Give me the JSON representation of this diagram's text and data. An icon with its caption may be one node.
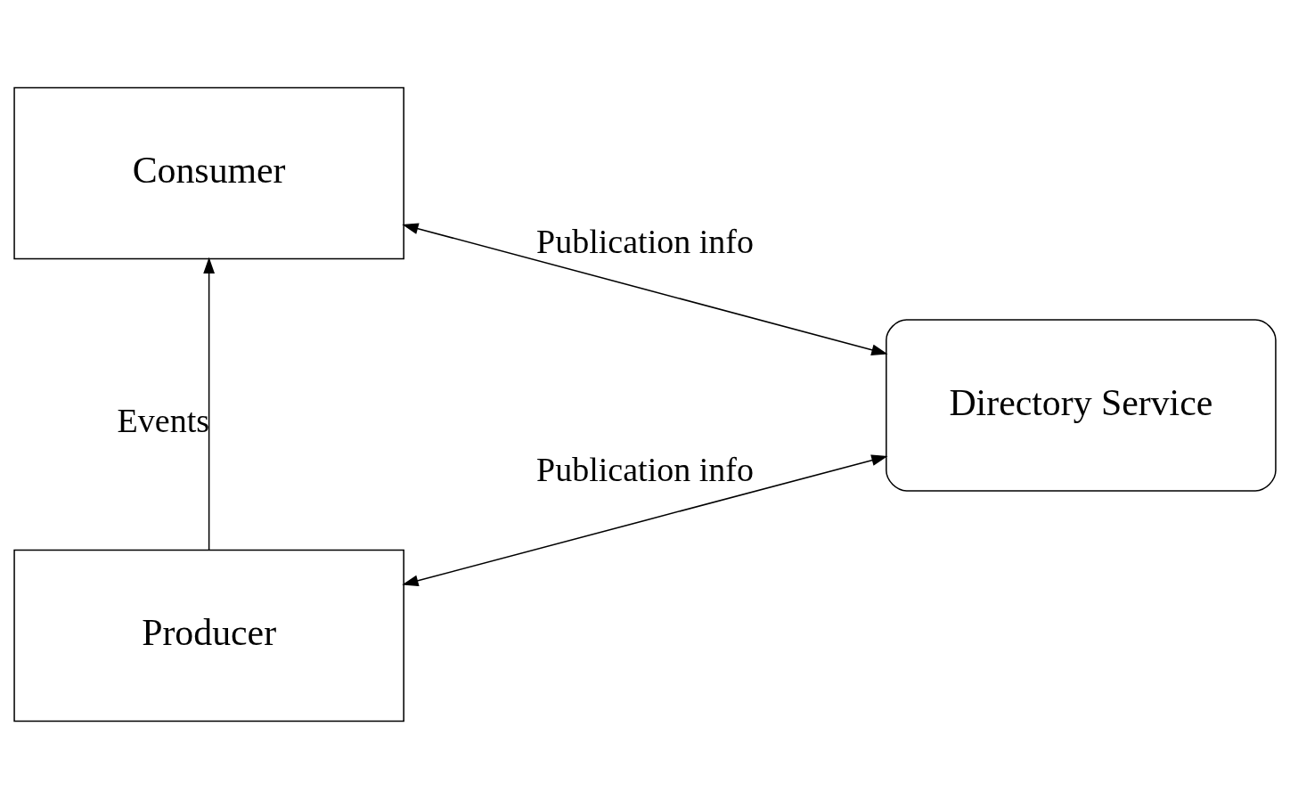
{
  "diagram": {
    "nodes": [
      {
        "text": [
          "Consumer"
        ]
      },
      {
        "text": [
          "Directory Service"
        ]
      },
      {
        "text": [
          "Producer"
        ]
      }
    ],
    "edges": [
      {
        "from": 2,
        "to": 0,
        "arrow": "to",
        "label": "Events"
      },
      {
        "from": 0,
        "to": 1,
        "arrow": "both",
        "label": "Publication info"
      },
      {
        "from": 2,
        "to": 1,
        "arrow": "both",
        "label": "Publication info"
      }
    ]
  }
}
